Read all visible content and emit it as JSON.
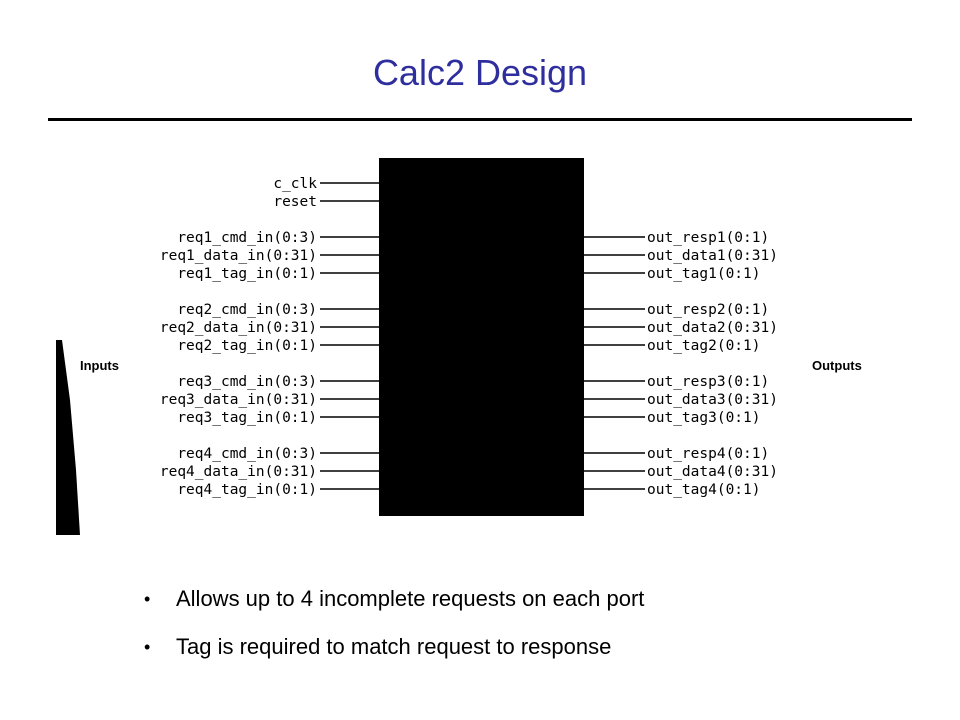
{
  "title": "Calc2 Design",
  "diagram": {
    "inputs_label": "Inputs",
    "outputs_label": "Outputs",
    "inputs": [
      "c_clk",
      "reset",
      "req1_cmd_in(0:3)",
      "req1_data_in(0:31)",
      "req1_tag_in(0:1)",
      "req2_cmd_in(0:3)",
      "req2_data_in(0:31)",
      "req2_tag_in(0:1)",
      "req3_cmd_in(0:3)",
      "req3_data_in(0:31)",
      "req3_tag_in(0:1)",
      "req4_cmd_in(0:3)",
      "req4_data_in(0:31)",
      "req4_tag_in(0:1)"
    ],
    "outputs": [
      "out_resp1(0:1)",
      "out_data1(0:31)",
      "out_tag1(0:1)",
      "out_resp2(0:1)",
      "out_data2(0:31)",
      "out_tag2(0:1)",
      "out_resp3(0:1)",
      "out_data3(0:31)",
      "out_tag3(0:1)",
      "out_resp4(0:1)",
      "out_data4(0:31)",
      "out_tag4(0:1)"
    ]
  },
  "bullets": [
    "Allows up to 4 incomplete requests on each port",
    "Tag is required to match request to response"
  ]
}
